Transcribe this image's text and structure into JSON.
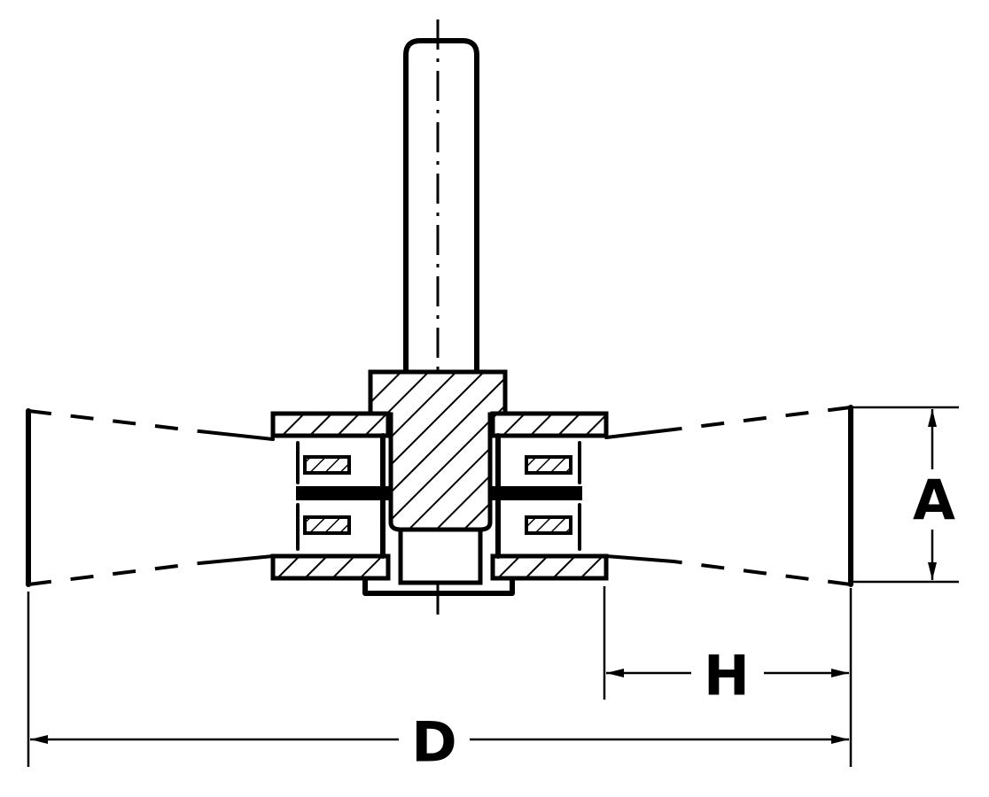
{
  "dimensions": {
    "A": "A",
    "H": "H",
    "D": "D"
  },
  "colors": {
    "line": "#000000",
    "background": "#ffffff"
  }
}
